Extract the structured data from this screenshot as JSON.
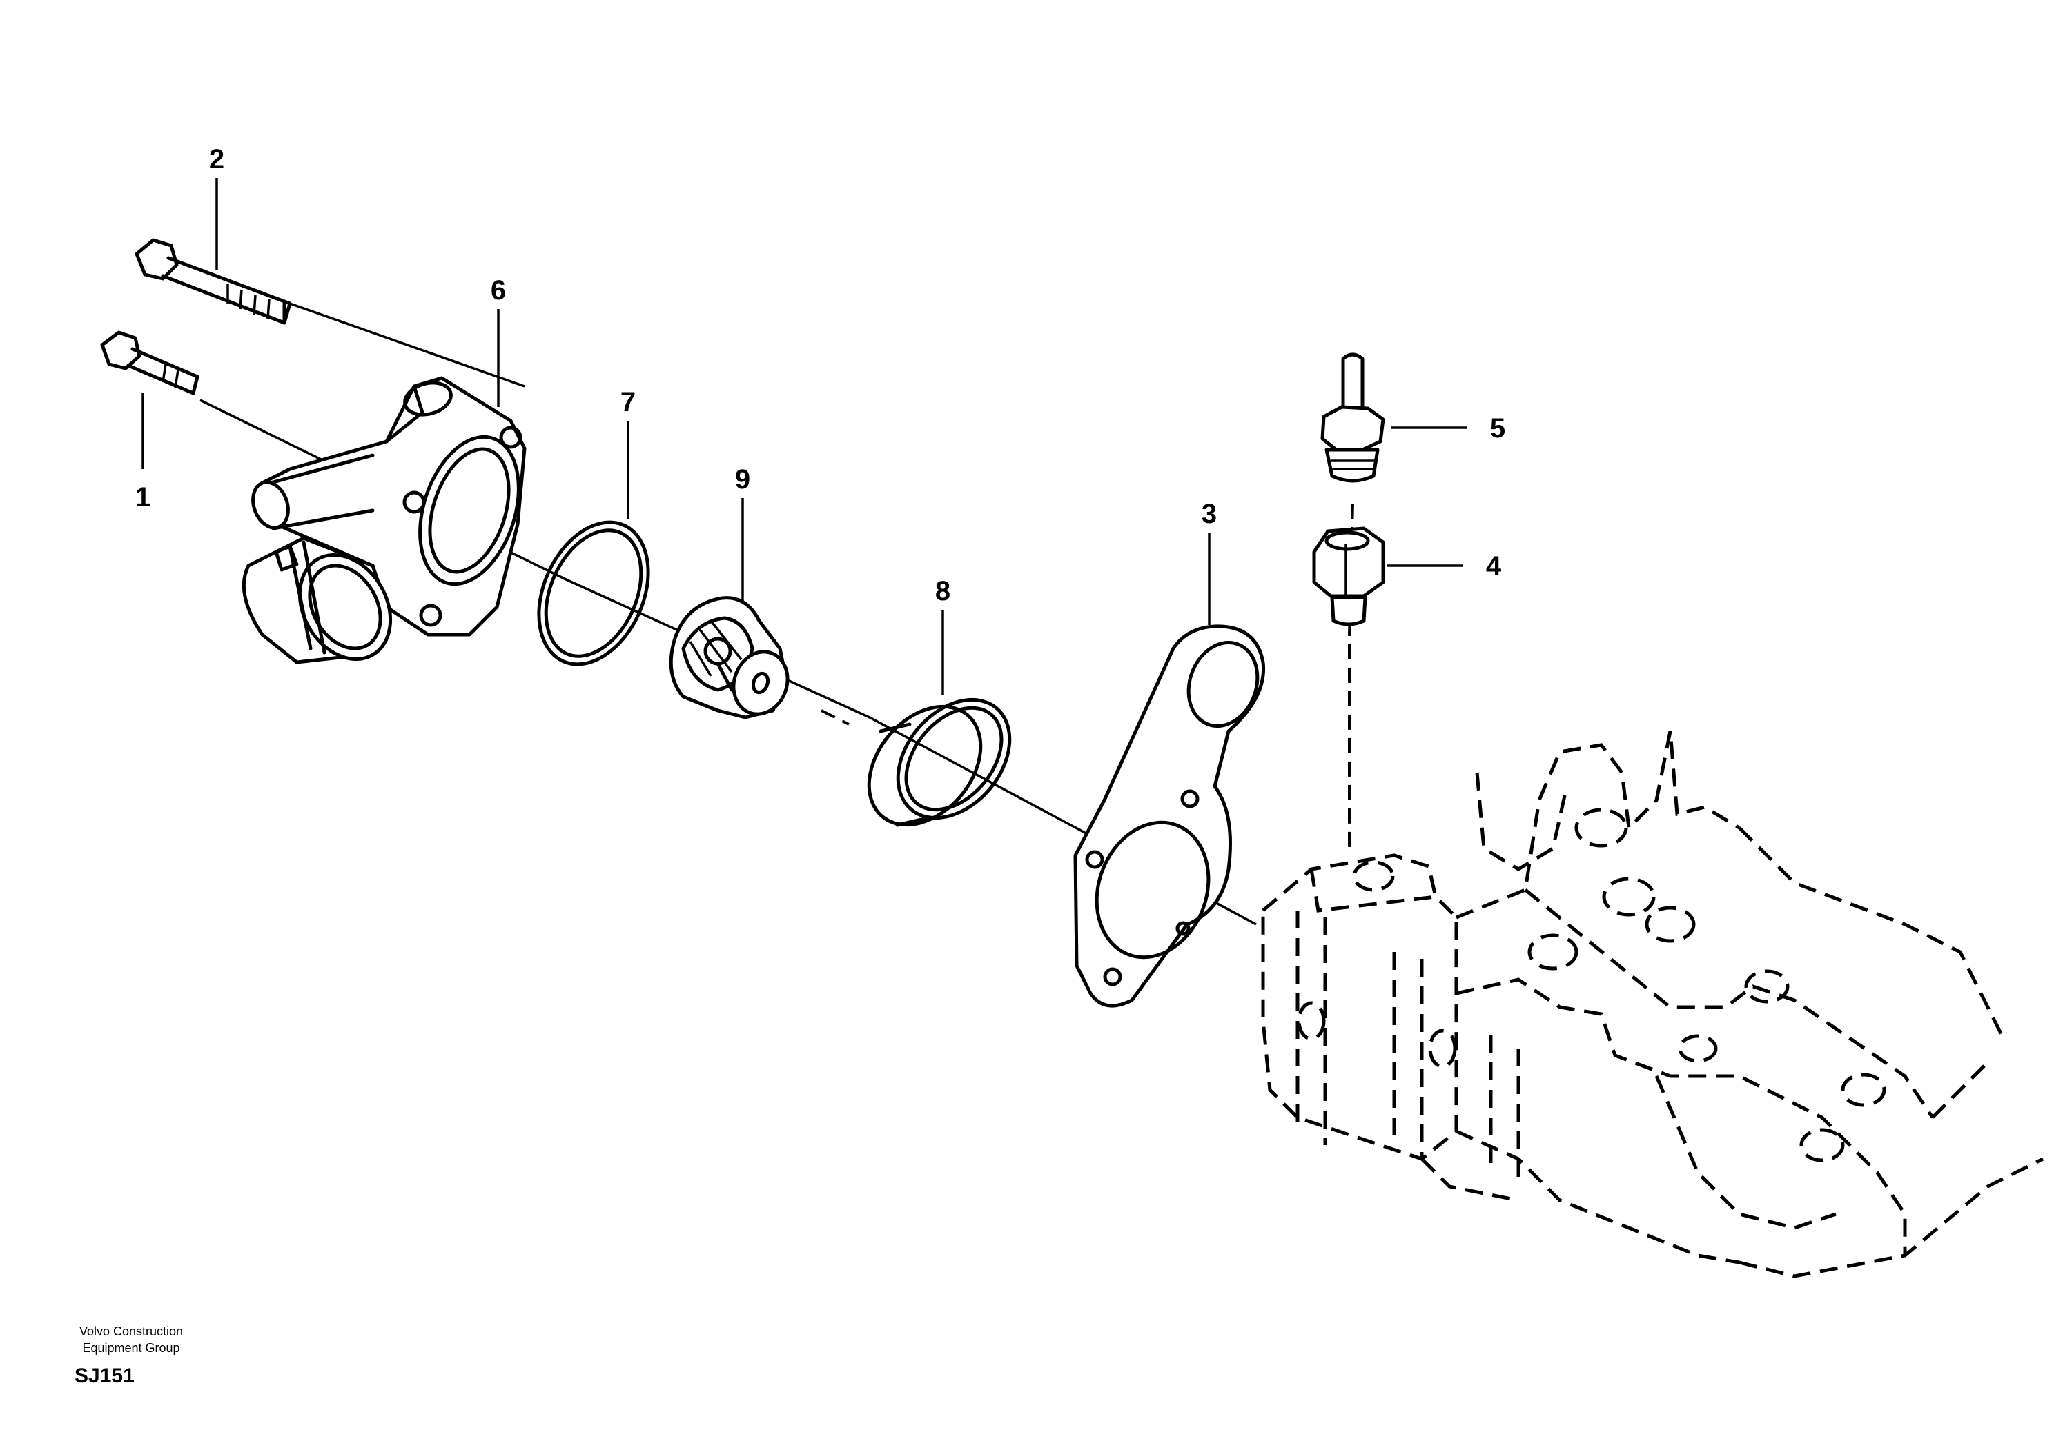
{
  "callouts": [
    {
      "id": "1",
      "label": "1"
    },
    {
      "id": "2",
      "label": "2"
    },
    {
      "id": "3",
      "label": "3"
    },
    {
      "id": "4",
      "label": "4"
    },
    {
      "id": "5",
      "label": "5"
    },
    {
      "id": "6",
      "label": "6"
    },
    {
      "id": "7",
      "label": "7"
    },
    {
      "id": "8",
      "label": "8"
    },
    {
      "id": "9",
      "label": "9"
    }
  ],
  "footer": {
    "org_line1": "Volvo Construction",
    "org_line2": "Equipment Group",
    "code": "SJ151"
  }
}
